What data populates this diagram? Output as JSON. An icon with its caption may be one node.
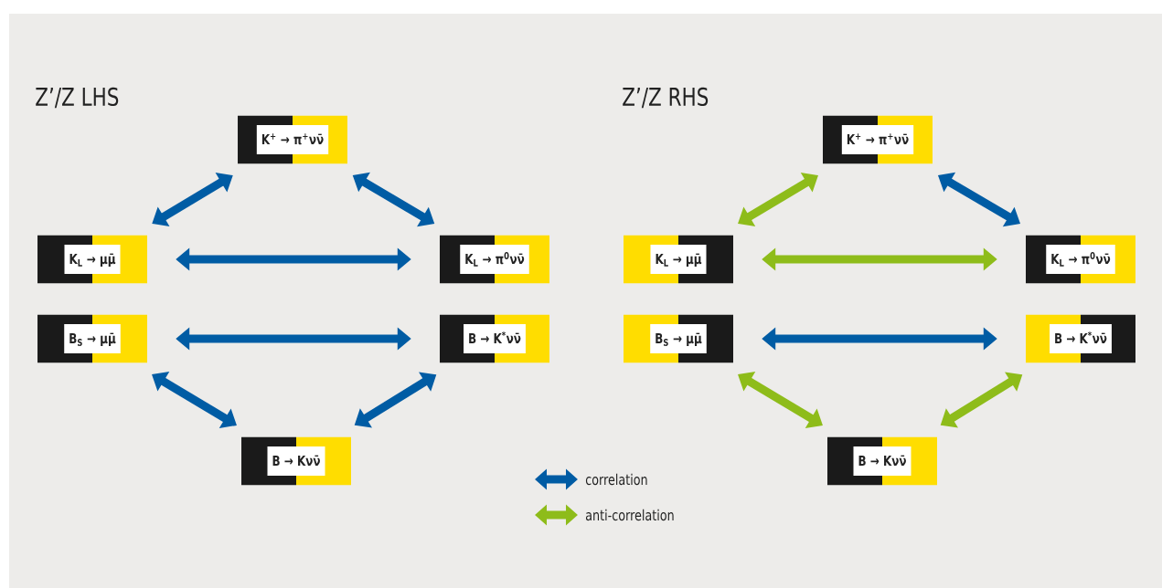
{
  "diagram": {
    "nodes": [
      {
        "text": [
          "K$^{+}$ → π$^{+}$νν̄"
        ]
      },
      {
        "text": [
          "K$^{+}$ → π$^{+}$νν̄"
        ]
      },
      {
        "text": [
          "K$_{L}$ → μμ̄"
        ]
      },
      {
        "text": [
          "K$_{L}$ → π$^{0}$νν̄"
        ]
      },
      {
        "text": [
          "K$_{L}$ → μμ̄"
        ]
      },
      {
        "text": [
          "K$_{L}$ → π$^{0}$νν̄"
        ]
      },
      {
        "text": [
          "B$_{S}$ → μμ̄"
        ]
      },
      {
        "text": [
          "B → K$^{*}$νν̄"
        ]
      },
      {
        "text": [
          "B$_{S}$ → μμ̄"
        ]
      },
      {
        "text": [
          "B → K$^{*}$νν̄"
        ]
      },
      {
        "text": [
          "B → Kνν̄"
        ]
      },
      {
        "text": [
          "B → Kνν̄"
        ]
      }
    ],
    "edges": [
      {
        "from": 0,
        "to": 2,
        "arrow": "both"
      },
      {
        "from": 0,
        "to": 3,
        "arrow": "both"
      },
      {
        "from": 2,
        "to": 3,
        "arrow": "both"
      },
      {
        "from": 6,
        "to": 7,
        "arrow": "both"
      },
      {
        "from": 6,
        "to": 10,
        "arrow": "both"
      },
      {
        "from": 7,
        "to": 10,
        "arrow": "both"
      },
      {
        "from": 1,
        "to": 4,
        "arrow": "both",
        "color": "#8ebc1a"
      },
      {
        "from": 1,
        "to": 5,
        "arrow": "both"
      },
      {
        "from": 4,
        "to": 5,
        "arrow": "both",
        "color": "#8ebc1a"
      },
      {
        "from": 8,
        "to": 9,
        "arrow": "both"
      },
      {
        "from": 8,
        "to": 11,
        "arrow": "both",
        "color": "#8ebc1a"
      },
      {
        "from": 9,
        "to": 11,
        "arrow": "both",
        "color": "#8ebc1a"
      }
    ],
    "labels": [
      "Z’/Z LHS",
      "Z’/Z RHS"
    ],
    "legend": [
      {
        "text": "correlation",
        "color": "#005ca4"
      },
      {
        "text": "anti-correlation",
        "color": "#8ebc1a"
      }
    ]
  }
}
